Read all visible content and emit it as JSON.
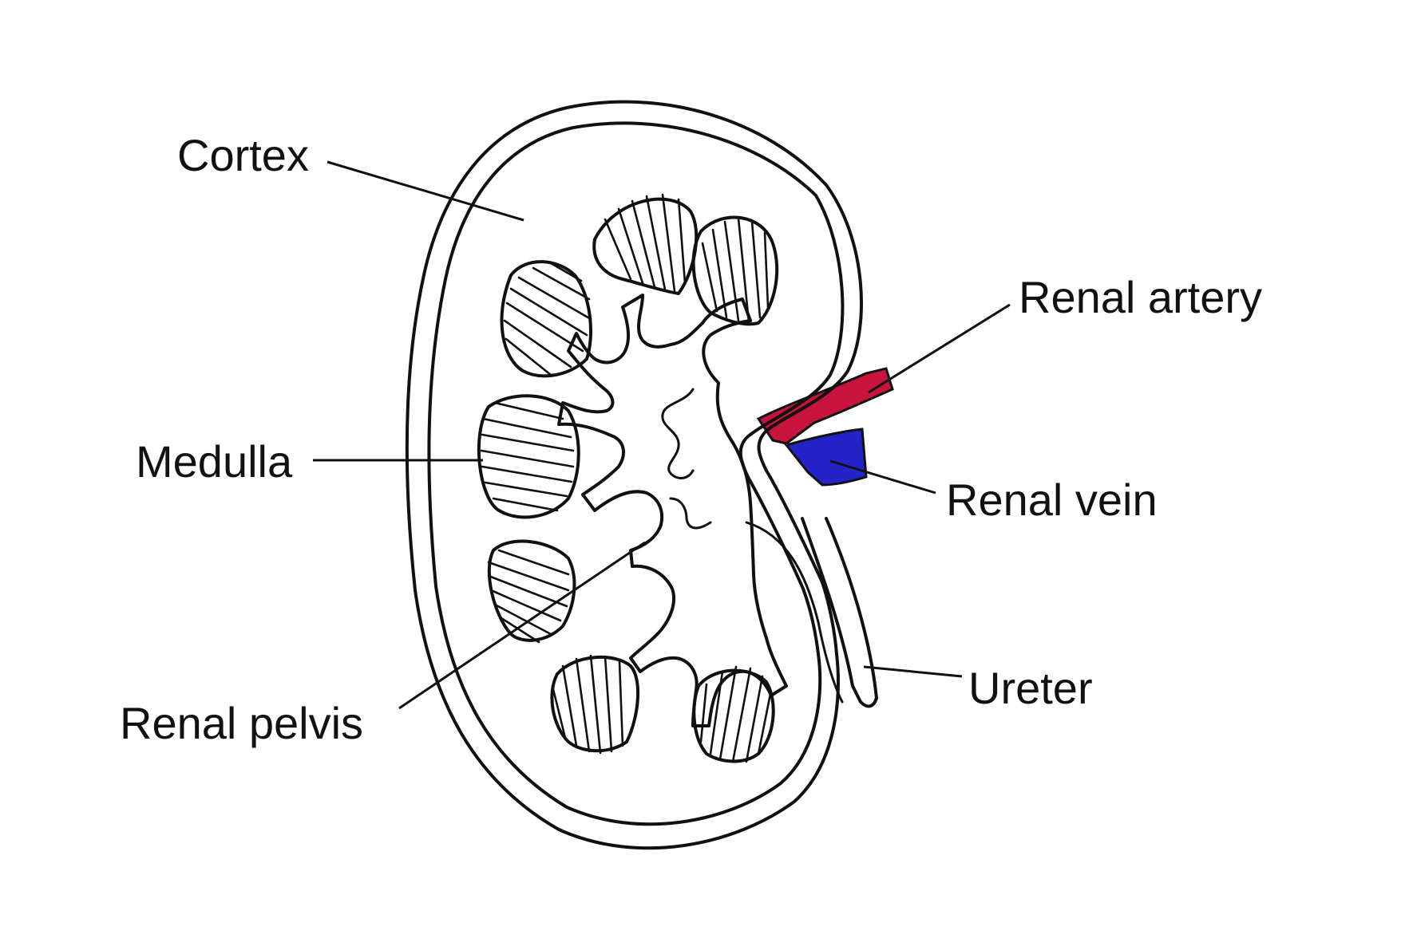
{
  "labels": {
    "cortex": "Cortex",
    "medulla": "Medulla",
    "renal_pelvis": "Renal pelvis",
    "renal_artery": "Renal artery",
    "renal_vein": "Renal vein",
    "ureter": "Ureter"
  },
  "colors": {
    "renal_artery": "#c8143c",
    "renal_vein": "#2323c8",
    "line": "#111111",
    "background": "#ffffff"
  }
}
